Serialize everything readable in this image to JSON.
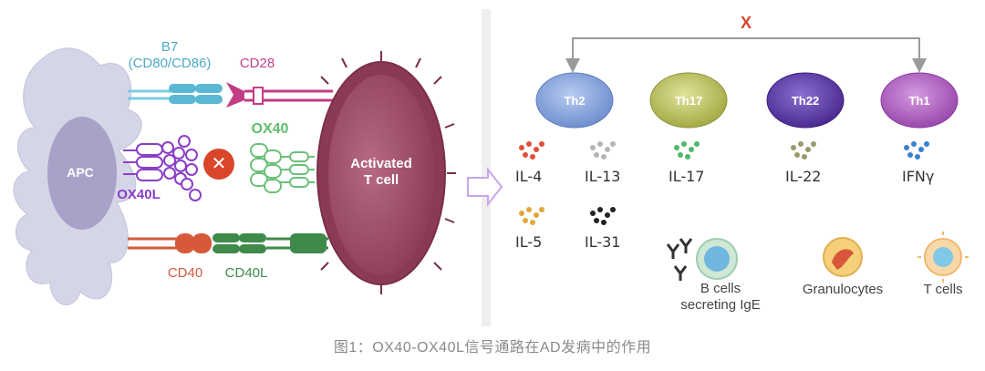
{
  "left_panel": {
    "b7_label": "B7",
    "b7_sub": "(CD80/CD86)",
    "cd28_label": "CD28",
    "ox40_label": "OX40",
    "ox40l_label": "OX40L",
    "apc_label": "APC",
    "tcell_line1": "Activated",
    "tcell_line2": "T cell",
    "cd40_label": "CD40",
    "cd40l_label": "CD40L",
    "block_symbol": "✕"
  },
  "right_panel": {
    "top_mark": "X",
    "cells": [
      {
        "label": "Th2"
      },
      {
        "label": "Th17"
      },
      {
        "label": "Th22"
      },
      {
        "label": "Th1"
      }
    ],
    "cytokines": [
      {
        "label": "IL-4",
        "color": "#e0503a"
      },
      {
        "label": "IL-13",
        "color": "#a9a9a9"
      },
      {
        "label": "IL-17",
        "color": "#4fb86a"
      },
      {
        "label": "IL-22",
        "color": "#9a9a6a"
      },
      {
        "label": "IFNγ",
        "color": "#3a7fd0"
      },
      {
        "label": "IL-5",
        "color": "#e0a73a"
      },
      {
        "label": "IL-31",
        "color": "#222222"
      }
    ],
    "effectors": {
      "bcell_line1": "B cells",
      "bcell_line2": "secreting IgE",
      "granulocytes": "Granulocytes",
      "tcells": "T cells"
    }
  },
  "caption": "图1：OX40-OX40L信号通路在AD发病中的作用",
  "colors": {
    "apc": "#cfd0e2",
    "apc_nucleus": "#a39cc4",
    "tcell": "#9c4a62",
    "b7": "#5ab8d4",
    "cd28": "#c23d85",
    "ox40": "#7fcf8a",
    "ox40l": "#8a3fc8",
    "cd40": "#d65a3a",
    "cd40l": "#3f8a4a",
    "block": "#d9462a",
    "th2": "#7f9fd8",
    "th17": "#b6bc5a",
    "th22": "#5a3aa0",
    "th1": "#a85ab8",
    "arrow": "#d8b8ef",
    "divider": "#e6e6e6"
  }
}
